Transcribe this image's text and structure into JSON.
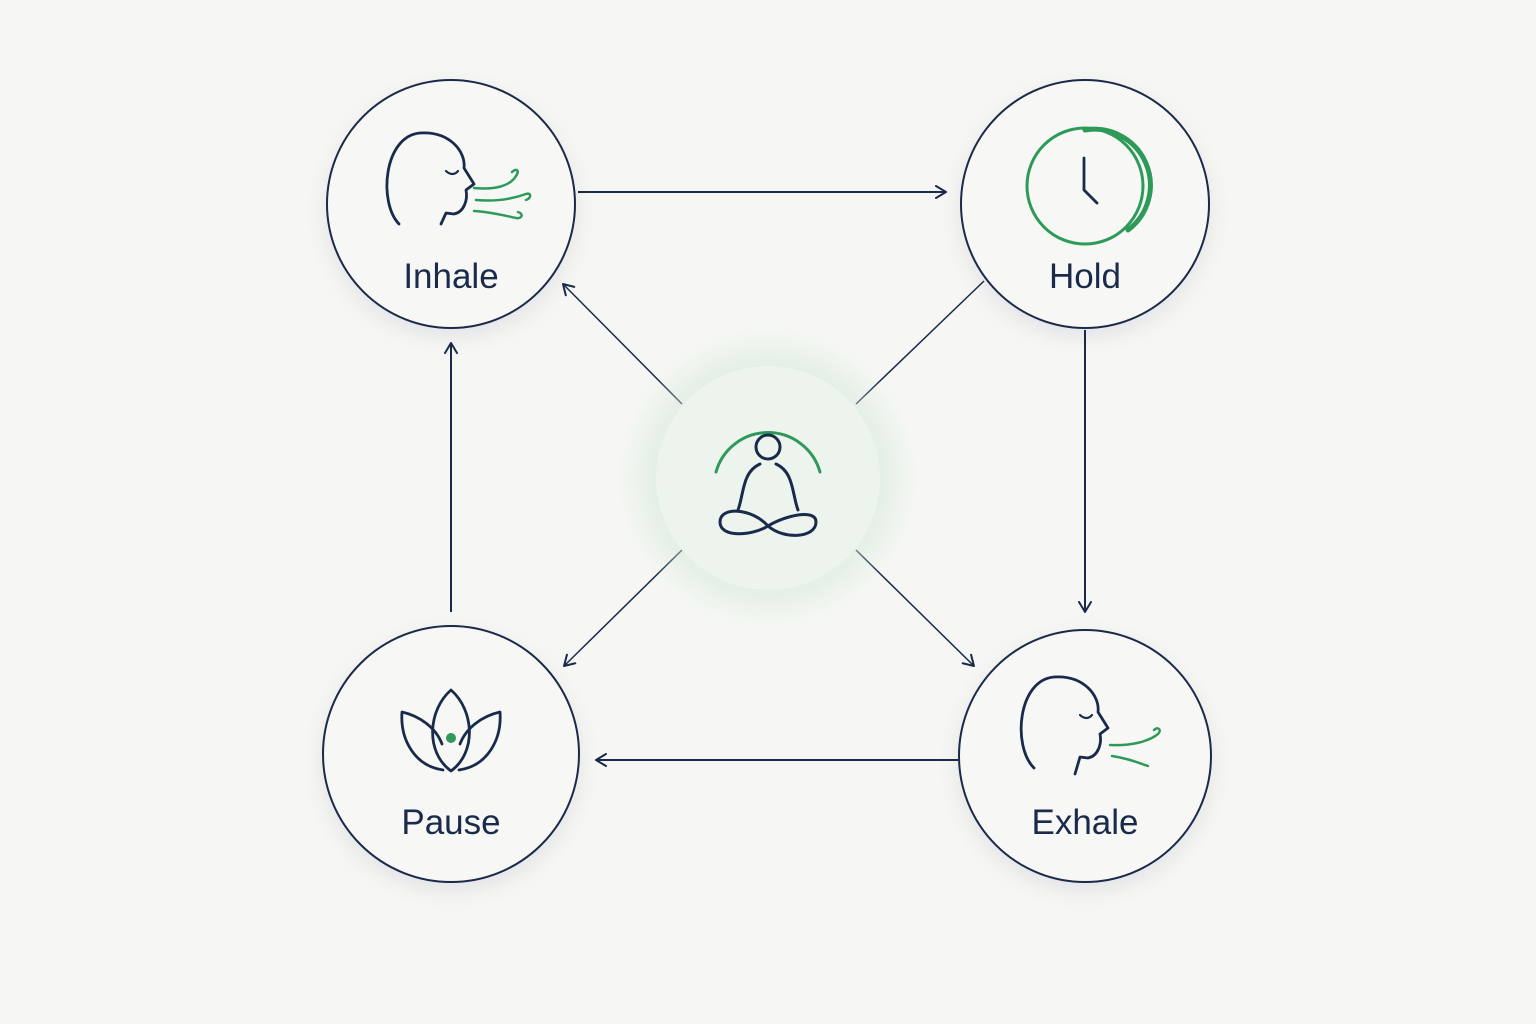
{
  "colors": {
    "background": "#f6f7f4",
    "ink": "#1a2a4a",
    "accent": "#2e9a5a",
    "center_fill": "#edf4ee",
    "node_fill": "#f7f8f5"
  },
  "nodes": {
    "inhale": {
      "label": "Inhale",
      "icon": "head-breath-in-icon"
    },
    "hold": {
      "label": "Hold",
      "icon": "clock-icon"
    },
    "exhale": {
      "label": "Exhale",
      "icon": "head-breath-out-icon"
    },
    "pause": {
      "label": "Pause",
      "icon": "lotus-icon"
    },
    "center": {
      "icon": "meditation-figure-icon"
    }
  },
  "cycle": [
    "Inhale",
    "Hold",
    "Exhale",
    "Pause"
  ]
}
